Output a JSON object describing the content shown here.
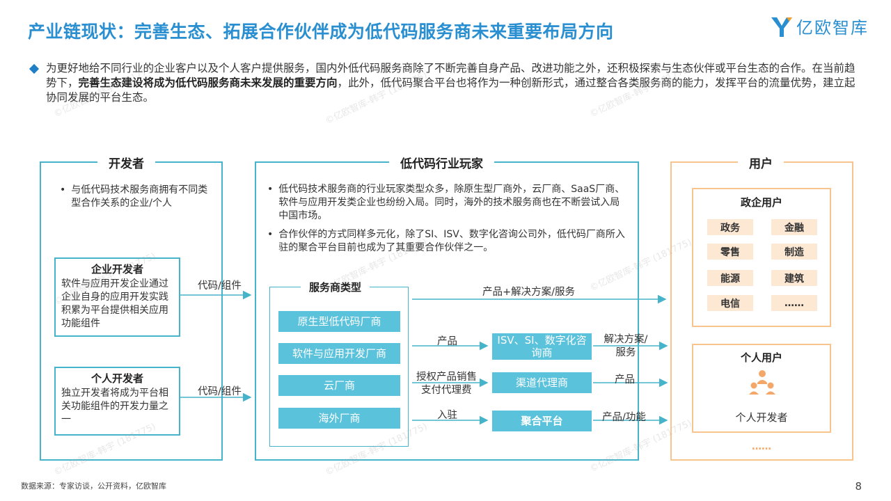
{
  "title": "产业链现状：完善生态、拓展合作伙伴成为低代码服务商未来重要布局方向",
  "logo": {
    "text": "亿欧智库",
    "brand_color": "#2a8fd0"
  },
  "intro": {
    "part1": "为更好地给不同行业的企业客户以及个人客户提供服务，国内外低代码服务商除了不断完善自身产品、改进功能之外，还积极探索与生态伙伴或平台生态的合作。在当前趋势下，",
    "bold": "完善生态建设将成为低代码服务商未来发展的重要方向",
    "part2": "，此外，低代码聚合平台也将作为一种创新形式，通过整合各类服务商的能力，发挥平台的流量优势，建立起协同发展的平台生态。"
  },
  "developer": {
    "title": "开发者",
    "bullet": "与低代码技术服务商拥有不同类型合作关系的企业/个人",
    "enterprise": {
      "title": "企业开发者",
      "text": "软件与应用开发企业通过企业自身的应用开发实践积累为平台提供相关应用功能组件"
    },
    "individual": {
      "title": "个人开发者",
      "text": "独立开发者将成为平台相关功能组件的开发力量之一"
    }
  },
  "industry": {
    "title": "低代码行业玩家",
    "bullets": [
      "低代码技术服务商的行业玩家类型众多，除原生型厂商外，云厂商、SaaS厂商、软件与应用开发类企业也纷纷入局。同时，海外的技术服务商也在不断尝试入局中国市场。",
      "合作伙伴的方式同样多元化，除了SI、ISV、数字化咨询公司外，低代码厂商所入驻的聚合平台目前也成为了其重要合作伙伴之一。"
    ],
    "provider_types": {
      "title": "服务商类型",
      "items": [
        "原生型低代码厂商",
        "软件与应用开发厂商",
        "云厂商",
        "海外厂商"
      ]
    },
    "partners": [
      "ISV、SI、数字化咨询商",
      "渠道代理商",
      "聚合平台"
    ]
  },
  "users": {
    "title": "用户",
    "gov": {
      "title": "政企用户",
      "tags": [
        "政务",
        "金融",
        "零售",
        "制造",
        "能源",
        "建筑",
        "电信",
        "……"
      ]
    },
    "personal": {
      "title": "个人用户",
      "item": "个人开发者",
      "icon": "people-icon"
    },
    "more": "……"
  },
  "flows": {
    "dev_to_platform_1": "代码/组件",
    "dev_to_platform_2": "代码/组件",
    "products_solutions": "产品+解决方案/服务",
    "product": "产品",
    "license_sales": "授权产品销售",
    "payment_agency": "支付代理费",
    "enter": "入驻",
    "solution_service": "解决方案/服务",
    "product_2": "产品",
    "product_function": "产品/功能"
  },
  "footer": {
    "source": "数据来源：专家访谈，公开资料，亿欧智库",
    "page": "8"
  },
  "watermark": "©亿欧智库-韩宇 (181775)",
  "colors": {
    "cyan": "#45b3c9",
    "cyan_fill": "#5bc2dc",
    "orange": "#f6c48c",
    "tag_fill": "#fde8d4",
    "title_blue": "#2a8fd0"
  }
}
